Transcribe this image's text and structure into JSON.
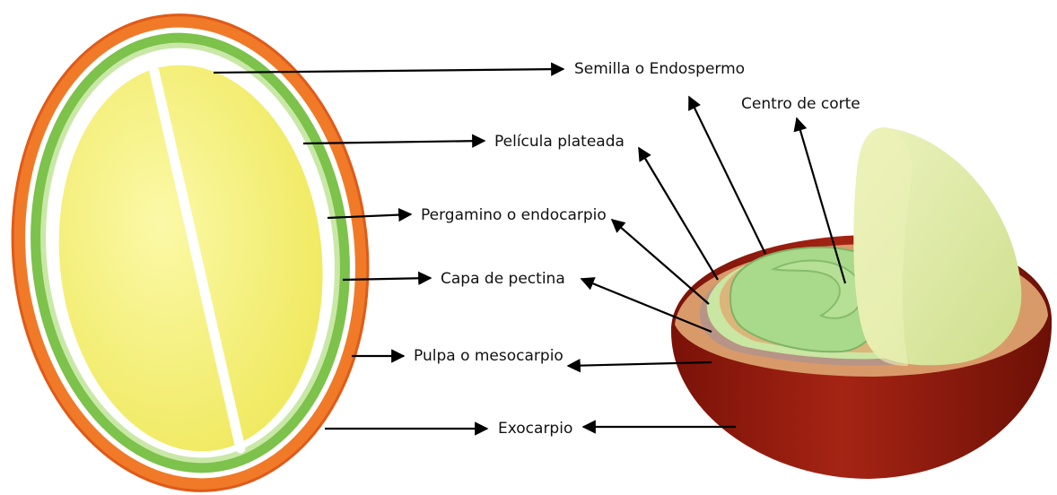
{
  "labels": {
    "seed": "Semilla o Endospermo",
    "cut_center": "Centro de corte",
    "silver_film": "Película plateada",
    "parchment": "Pergamino o endocarpio",
    "pectin": "Capa de pectina",
    "pulp": "Pulpa o mesocarpio",
    "exocarp": "Exocarpio"
  },
  "colors": {
    "exocarp_orange": "#f07a28",
    "pectin_green": "#7cc24b",
    "silver_white": "#ffffff",
    "seed_yellow": "#f6f27a",
    "cherry_red": "#9a1a10",
    "pulp_tan": "#d99a6a",
    "parchment_green": "#c6e3a0",
    "seed_green": "#a9d98a",
    "arrow": "#000000"
  }
}
